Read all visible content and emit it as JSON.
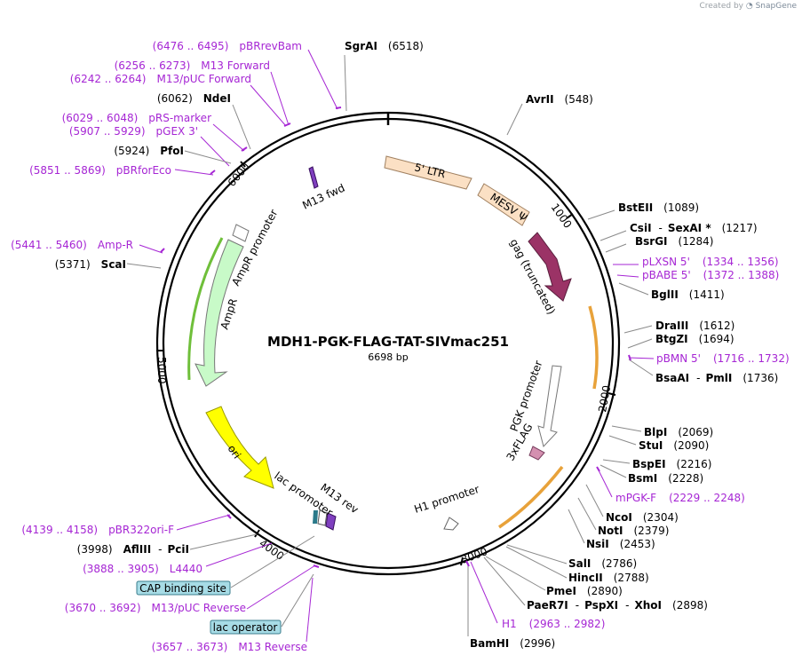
{
  "watermark": {
    "prefix": "Created by",
    "brand": "SnapGene"
  },
  "plasmid": {
    "name": "MDH1-PGK-FLAG-TAT-SIVmac251",
    "length_label": "6698 bp",
    "length": 6698
  },
  "ticks": [
    "1000",
    "2000",
    "3000",
    "4000",
    "5000",
    "6000"
  ],
  "features": [
    {
      "name": "5' LTR",
      "color": "#fbe0c4"
    },
    {
      "name": "MESV Ψ",
      "color": "#fbe0c4"
    },
    {
      "name": "gag (truncated)",
      "color": "#9b3366"
    },
    {
      "name": "PGK promoter",
      "color": "#ffffff"
    },
    {
      "name": "3xFLAG",
      "color": "#d490b0"
    },
    {
      "name": "H1 promoter",
      "color": "#ffffff"
    },
    {
      "name": "lac promoter",
      "color": "#ffffff"
    },
    {
      "name": "M13 rev",
      "color": "#ffffff"
    },
    {
      "name": "ori",
      "color": "#ffff00"
    },
    {
      "name": "AmpR",
      "color": "#c8fac8"
    },
    {
      "name": "AmpR promoter",
      "color": "#ffffff"
    },
    {
      "name": "M13 fwd",
      "color": "#7f3fbf"
    }
  ],
  "right_labels": [
    {
      "kind": "enz",
      "name": "AvrII",
      "pos": "(548)"
    },
    {
      "kind": "enz",
      "name": "BstEII",
      "pos": "(1089)"
    },
    {
      "kind": "enz",
      "name": "CsiI",
      "sep": "-",
      "name2": "SexAI *",
      "pos": "(1217)"
    },
    {
      "kind": "enz",
      "name": "BsrGI",
      "pos": "(1284)"
    },
    {
      "kind": "primer",
      "name": "pLXSN 5'",
      "pos": "(1334 .. 1356)"
    },
    {
      "kind": "primer",
      "name": "pBABE 5'",
      "pos": "(1372 .. 1388)"
    },
    {
      "kind": "enz",
      "name": "BglII",
      "pos": "(1411)"
    },
    {
      "kind": "enz",
      "name": "DraIII",
      "pos": "(1612)"
    },
    {
      "kind": "enz",
      "name": "BtgZI",
      "pos": "(1694)"
    },
    {
      "kind": "primer",
      "name": "pBMN 5'",
      "pos": "(1716 .. 1732)"
    },
    {
      "kind": "enz",
      "name": "BsaAI",
      "sep": "-",
      "name2": "PmlI",
      "pos": "(1736)"
    },
    {
      "kind": "enz",
      "name": "BlpI",
      "pos": "(2069)"
    },
    {
      "kind": "enz",
      "name": "StuI",
      "pos": "(2090)"
    },
    {
      "kind": "enz",
      "name": "BspEI",
      "pos": "(2216)"
    },
    {
      "kind": "enz",
      "name": "BsmI",
      "pos": "(2228)"
    },
    {
      "kind": "primer",
      "name": "mPGK-F",
      "pos": "(2229 .. 2248)"
    },
    {
      "kind": "enz",
      "name": "NcoI",
      "pos": "(2304)"
    },
    {
      "kind": "enz",
      "name": "NotI",
      "pos": "(2379)"
    },
    {
      "kind": "enz",
      "name": "NsiI",
      "pos": "(2453)"
    },
    {
      "kind": "enz",
      "name": "SalI",
      "pos": "(2786)"
    },
    {
      "kind": "enz",
      "name": "HincII",
      "pos": "(2788)"
    },
    {
      "kind": "enz",
      "name": "PmeI",
      "pos": "(2890)"
    },
    {
      "kind": "enz",
      "name": "PaeR7I",
      "sep": "-",
      "name2": "PspXI",
      "sep2": "-",
      "name3": "XhoI",
      "pos": "(2898)"
    },
    {
      "kind": "primer",
      "name": "H1",
      "pos": "(2963 .. 2982)"
    },
    {
      "kind": "enz",
      "name": "BamHI",
      "pos": "(2996)"
    }
  ],
  "left_labels": [
    {
      "kind": "primer",
      "pos": "(6476 .. 6495)",
      "name": "pBRrevBam"
    },
    {
      "kind": "enz",
      "name": "SgrAI",
      "pos": "(6518)"
    },
    {
      "kind": "primer",
      "pos": "(6256 .. 6273)",
      "name": "M13 Forward"
    },
    {
      "kind": "primer",
      "pos": "(6242 .. 6264)",
      "name": "M13/pUC Forward"
    },
    {
      "kind": "enz",
      "pos": "(6062)",
      "name": "NdeI"
    },
    {
      "kind": "primer",
      "pos": "(6029 .. 6048)",
      "name": "pRS-marker"
    },
    {
      "kind": "primer",
      "pos": "(5907 .. 5929)",
      "name": "pGEX 3'"
    },
    {
      "kind": "enz",
      "pos": "(5924)",
      "name": "PfoI"
    },
    {
      "kind": "primer",
      "pos": "(5851 .. 5869)",
      "name": "pBRforEco"
    },
    {
      "kind": "primer",
      "pos": "(5441 .. 5460)",
      "name": "Amp-R"
    },
    {
      "kind": "enz",
      "pos": "(5371)",
      "name": "ScaI"
    },
    {
      "kind": "primer",
      "pos": "(4139 .. 4158)",
      "name": "pBR322ori-F"
    },
    {
      "kind": "enz",
      "pos": "(3998)",
      "name": "AflIII",
      "sep": "-",
      "name2": "PciI"
    },
    {
      "kind": "primer",
      "pos": "(3888 .. 3905)",
      "name": "L4440"
    },
    {
      "kind": "box",
      "name": "CAP binding site"
    },
    {
      "kind": "primer",
      "pos": "(3670 .. 3692)",
      "name": "M13/pUC Reverse"
    },
    {
      "kind": "box",
      "name": "lac operator"
    },
    {
      "kind": "primer",
      "pos": "(3657 .. 3673)",
      "name": "M13 Reverse"
    }
  ]
}
